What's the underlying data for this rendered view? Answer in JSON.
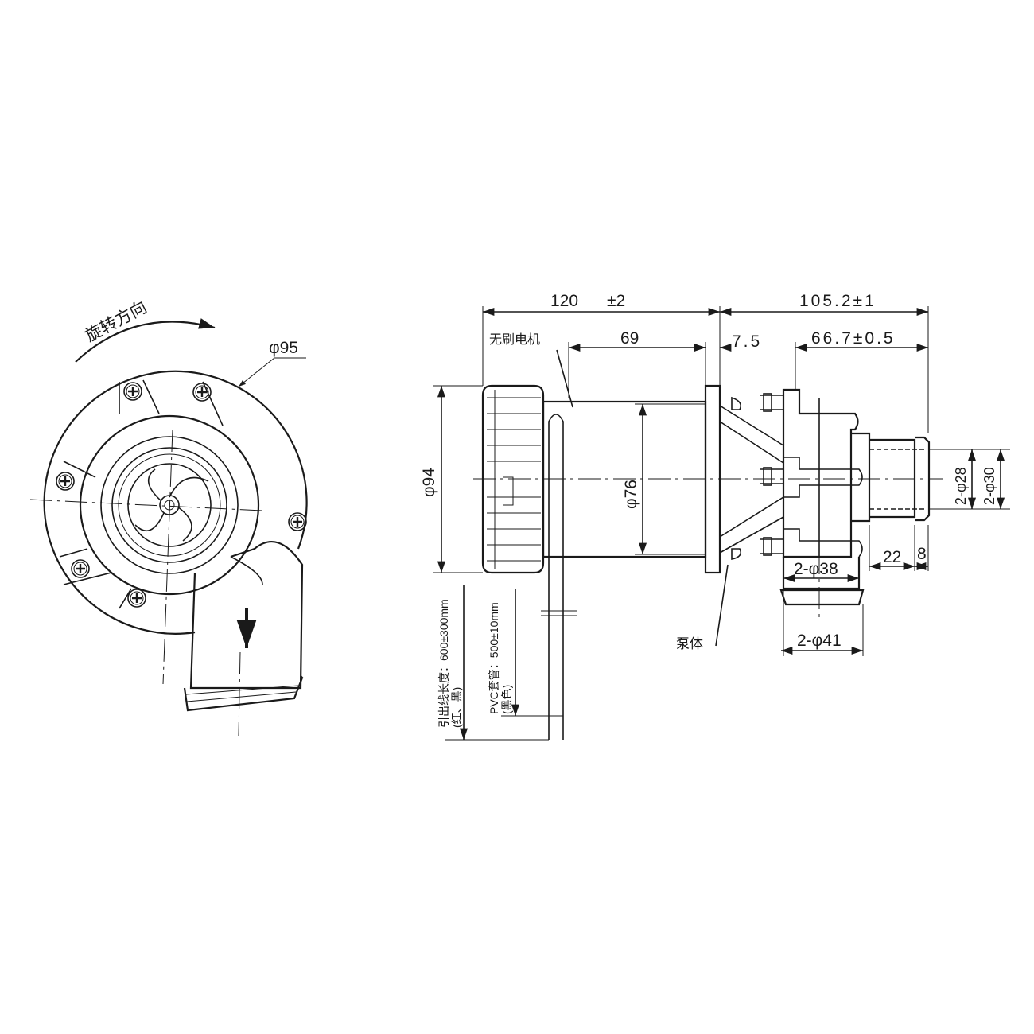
{
  "front_view": {
    "rotation_label": "旋转方向",
    "outer_diameter": "φ95"
  },
  "side_view": {
    "overall_motor_length": "120",
    "overall_motor_tolerance": "±2",
    "pump_length": "105.2±1",
    "motor_label": "无刷电机",
    "motor_body_length": "69",
    "flange_thickness": "7.5",
    "pump_body_length": "66.7±0.5",
    "motor_cap_diameter": "φ94",
    "motor_body_diameter": "φ76",
    "inlet_inner_diameter": "2-φ28",
    "inlet_outer_diameter": "2-φ30",
    "nozzle_length": "22",
    "nozzle_tip_length": "8",
    "outlet_inner_diameter": "2-φ38",
    "outlet_outer_diameter": "2-φ41",
    "pump_body_label": "泵体",
    "lead_wire_length": "引出线长度：600±300mm",
    "lead_wire_colors": "(红、黑)",
    "pvc_sleeve_length": "PVC套管：500±10mm",
    "pvc_sleeve_color": "(黑色)"
  }
}
